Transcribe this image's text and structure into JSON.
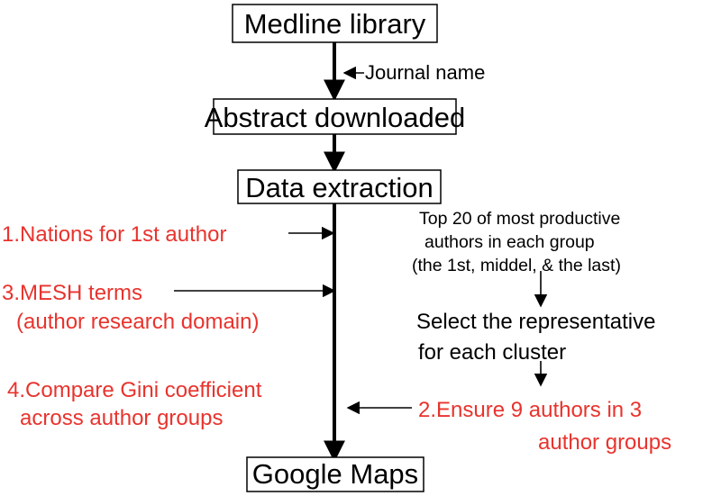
{
  "colors": {
    "text": "#000000",
    "accent_red": "#e8332d",
    "box_border": "#000000",
    "background": "#ffffff"
  },
  "nodes": {
    "medline": "Medline library",
    "abstract": "Abstract downloaded",
    "extraction": "Data extraction",
    "maps": "Google Maps"
  },
  "inputs": {
    "journal": "Journal name"
  },
  "steps": {
    "nations": "1.Nations for 1st author",
    "mesh_line1": "3.MESH terms",
    "mesh_line2": "(author research domain)",
    "gini_line1": "4.Compare  Gini coefficient",
    "gini_line2": "across author groups",
    "ensure_line1": "2.Ensure 9 authors in 3",
    "ensure_line2": "author groups"
  },
  "notes": {
    "top20_line1": "Top 20 of most productive",
    "top20_line2": "authors in each group",
    "top20_line3": "(the 1st, middel, & the last)",
    "select_line1": "Select the representative",
    "select_line2": "for  each cluster"
  }
}
